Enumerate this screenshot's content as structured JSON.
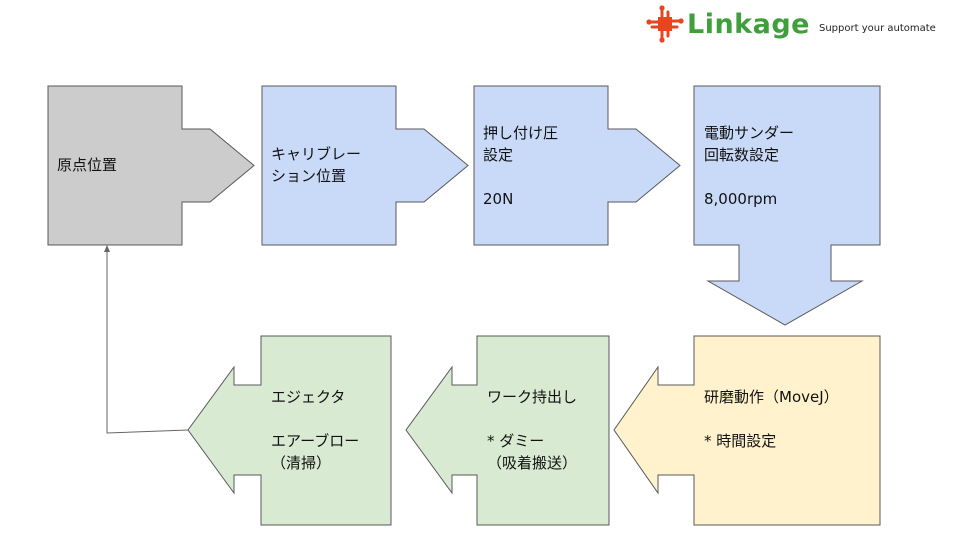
{
  "logo": {
    "name": "Linkage",
    "tagline": "Support your automate",
    "mark_color": "#e8451e",
    "name_color": "#3f9f3a"
  },
  "colors": {
    "gray_fill": "#cccccc",
    "blue_fill": "#c9daf8",
    "yellow_fill": "#fff2cc",
    "green_fill": "#d9ead3",
    "stroke": "#595959",
    "connector": "#666666"
  },
  "nodes": {
    "home": {
      "text": "原点位置"
    },
    "calibration": {
      "text": "キャリブレー\nション位置"
    },
    "pressing": {
      "text": "押し付け圧\n設定\n\n20N"
    },
    "sander": {
      "text": "電動サンダー\n回転数設定\n\n8,000rpm"
    },
    "polishing": {
      "text": "研磨動作（MoveJ）\n\n* 時間設定"
    },
    "unload": {
      "text": "ワーク持出し\n\n* ダミー\n（吸着搬送）"
    },
    "ejector": {
      "text": "エジェクタ\n\nエアーブロー\n（清掃）"
    }
  }
}
